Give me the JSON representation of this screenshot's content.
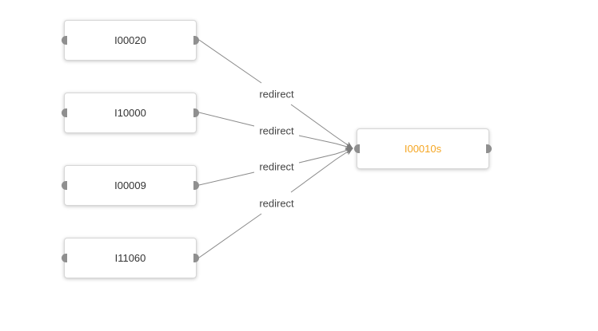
{
  "nodes": {
    "source_1": "I00020",
    "source_2": "I10000",
    "source_3": "I00009",
    "source_4": "I11060",
    "target": "I00010s"
  },
  "edges": [
    {
      "from": "I00020",
      "to": "I00010s",
      "label": "redirect"
    },
    {
      "from": "I10000",
      "to": "I00010s",
      "label": "redirect"
    },
    {
      "from": "I00009",
      "to": "I00010s",
      "label": "redirect"
    },
    {
      "from": "I11060",
      "to": "I00010s",
      "label": "redirect"
    }
  ],
  "colors": {
    "target_text": "#f5a623",
    "edge": "#808080",
    "port": "#8f8f8f"
  }
}
